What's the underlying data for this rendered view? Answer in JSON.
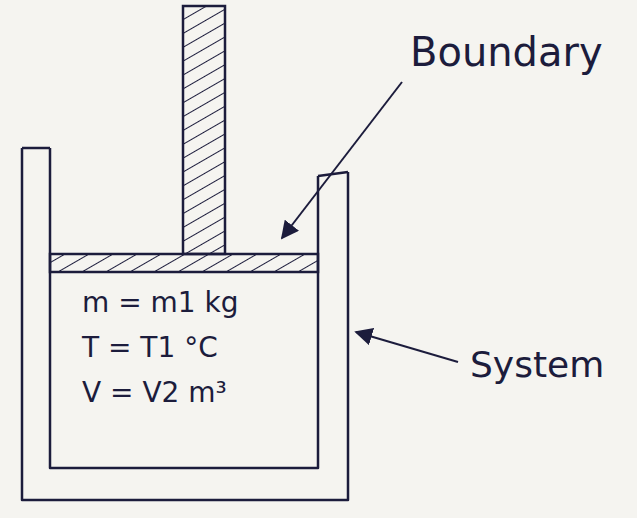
{
  "diagram": {
    "labels": [
      "Boundary",
      "System",
      "m = m1 kg",
      "T = T1 °C",
      "V = V2 m³"
    ]
  }
}
